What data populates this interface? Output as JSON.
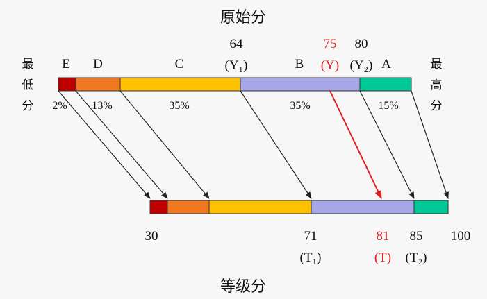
{
  "title_top": "原始分",
  "title_bottom": "等级分",
  "side_labels": {
    "left": [
      "最",
      "低",
      "分"
    ],
    "right": [
      "最",
      "高",
      "分"
    ]
  },
  "grades": [
    {
      "name": "E",
      "percent": "2%",
      "color": "#c00000"
    },
    {
      "name": "D",
      "percent": "13%",
      "color": "#f07820"
    },
    {
      "name": "C",
      "percent": "35%",
      "color": "#ffc000"
    },
    {
      "name": "B",
      "percent": "35%",
      "color": "#a7a7e8"
    },
    {
      "name": "A",
      "percent": "15%",
      "color": "#00c896"
    }
  ],
  "top_markers": {
    "y1_value": "64",
    "y1_label": "(Y₁)",
    "y_value": "75",
    "y_label": "(Y)",
    "y2_value": "80",
    "y2_label": "(Y₂)"
  },
  "bottom_labels": {
    "t_min": "30",
    "t1_value": "71",
    "t1_label": "(T₁)",
    "t_value": "81",
    "t_label": "(T)",
    "t2_value": "85",
    "t2_label": "(T₂)",
    "t_max": "100"
  },
  "colors": {
    "highlight": "#e02020",
    "arrow": "#222222",
    "outline": "#333333"
  }
}
